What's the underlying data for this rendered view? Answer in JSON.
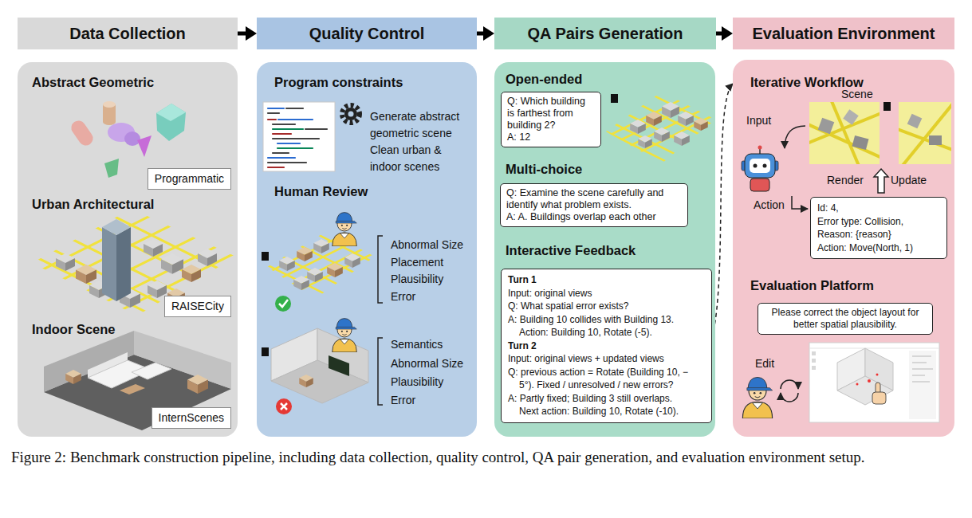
{
  "diagram": {
    "caption": "Figure 2: Benchmark construction pipeline, including data collection, quality control, QA pair generation, and evaluation environment setup.",
    "nodes": [
      {
        "text": [
          "Data Collection"
        ]
      },
      {
        "text": [
          "Quality Control"
        ]
      },
      {
        "text": [
          "QA Pairs Generation"
        ]
      },
      {
        "text": [
          "Evaluation Environment"
        ]
      },
      {
        "text": [
          "Abstract Geometric",
          "Urban Architectural",
          "Indoor Scene"
        ]
      },
      {
        "text": [
          "Programmatic"
        ],
        "in": 4
      },
      {
        "text": [
          "RAISECity"
        ],
        "in": 4
      },
      {
        "text": [
          "InternScenes"
        ],
        "in": 4
      },
      {
        "text": [
          "Program constraints",
          "Generate abstract geometric scene",
          "Clean urban & indoor scenes",
          "Human Review",
          "Abnormal Size",
          "Placement",
          "Plausibility",
          "Error",
          "Semantics",
          "Abnormal Size",
          "Plausibility",
          "Error"
        ]
      },
      {
        "text": [
          "Open-ended",
          "Multi-choice",
          "Interactive Feedback"
        ]
      },
      {
        "text": [
          "Q: Which building is farthest from building 2?",
          "A: 12"
        ],
        "in": 9
      },
      {
        "text": [
          "Q: Examine the scene carefully and identify what problem exists.",
          "A: A. Buildings overlap each other"
        ],
        "in": 9
      },
      {
        "text": [
          "Turn 1",
          "Input: original views",
          "Q: What spatial error exists?",
          "A: Building 10 collides with Building 13.",
          "Action: Building 10, Rotate (-5).",
          "Turn 2",
          "Input: original views + updated views",
          "Q: previous action = Rotate (Building 10, − 5°). Fixed / unresolved / new errors?",
          "A: Partly fixed; Building 3 still overlaps.",
          "Next action: Building 10, Rotate (-10)."
        ],
        "in": 9
      },
      {
        "text": [
          "Iterative Workflow",
          "Scene",
          "Input",
          "Action",
          "Render",
          "Update",
          "Evaluation Platform",
          "Edit"
        ]
      },
      {
        "text": [
          "Id: 4,",
          "Error type: Collision,",
          "Reason: {reason}",
          "Action: Move(North, 1)"
        ],
        "in": 13
      },
      {
        "text": [
          "Please correct the object layout for better spatial plausibility."
        ],
        "in": 13
      }
    ],
    "edges": [
      {
        "from": 0,
        "to": 1,
        "arrow": "to"
      },
      {
        "from": 1,
        "to": 2,
        "arrow": "to"
      },
      {
        "from": 2,
        "to": 3,
        "arrow": "to"
      },
      {
        "from": 12,
        "to": 13,
        "arrow": "to"
      }
    ]
  }
}
